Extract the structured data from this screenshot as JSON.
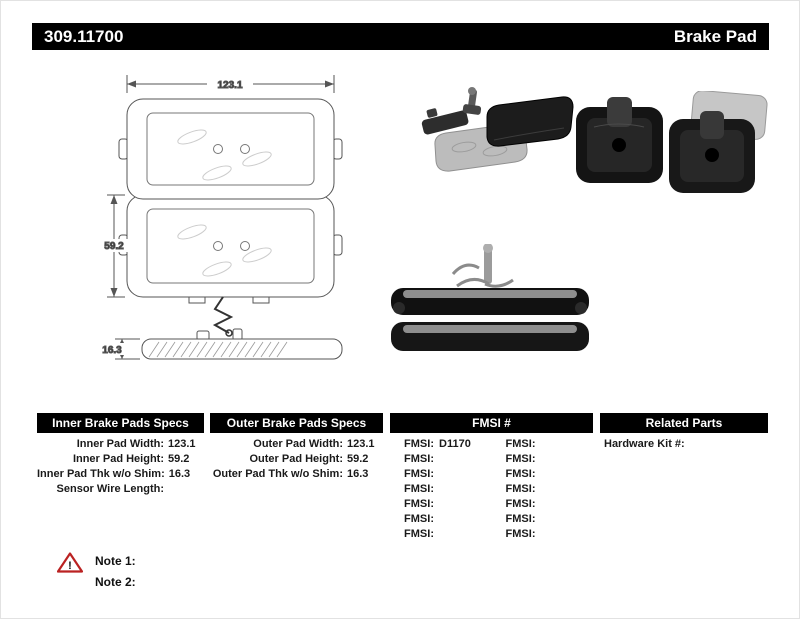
{
  "header": {
    "part_number": "309.11700",
    "product_type": "Brake Pad"
  },
  "diagram": {
    "width_dim": "123.1",
    "height_dim": "59.2",
    "thickness_dim": "16.3"
  },
  "tables": {
    "inner": {
      "title": "Inner Brake Pads Specs",
      "rows": [
        {
          "label": "Inner Pad Width:",
          "value": "123.1"
        },
        {
          "label": "Inner Pad Height:",
          "value": "59.2"
        },
        {
          "label": "Inner Pad Thk w/o Shim:",
          "value": "16.3"
        },
        {
          "label": "Sensor Wire Length:",
          "value": ""
        }
      ]
    },
    "outer": {
      "title": "Outer Brake Pads Specs",
      "rows": [
        {
          "label": "Outer Pad Width:",
          "value": "123.1"
        },
        {
          "label": "Outer Pad Height:",
          "value": "59.2"
        },
        {
          "label": "Outer Pad Thk w/o Shim:",
          "value": "16.3"
        }
      ]
    },
    "fmsi": {
      "title": "FMSI #",
      "label": "FMSI:",
      "left_values": [
        "D1170",
        "",
        "",
        "",
        "",
        "",
        ""
      ],
      "right_values": [
        "",
        "",
        "",
        "",
        "",
        "",
        ""
      ]
    },
    "related": {
      "title": "Related Parts",
      "rows": [
        {
          "label": "Hardware Kit #:",
          "value": ""
        }
      ]
    }
  },
  "notes": {
    "note1_label": "Note 1:",
    "note2_label": "Note 2:"
  },
  "colors": {
    "bar_background": "#000000",
    "bar_text": "#ffffff",
    "warning_red": "#bb2222"
  }
}
